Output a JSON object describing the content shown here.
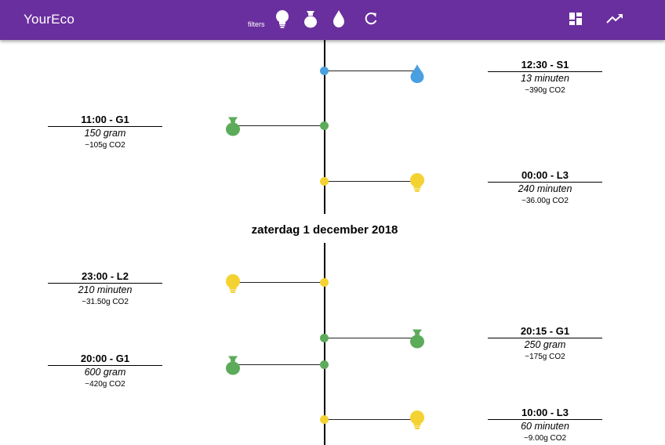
{
  "app": {
    "title": "YourEco"
  },
  "toolbar": {
    "filters_label": "filters",
    "filters": [
      {
        "icon": "lightbulb-icon",
        "category": "L"
      },
      {
        "icon": "sack-icon",
        "category": "G"
      },
      {
        "icon": "water-drop-icon",
        "category": "S"
      }
    ],
    "refresh_icon": "refresh-icon",
    "dashboard_icon": "dashboard-icon",
    "trend_icon": "trending-up-icon"
  },
  "colors": {
    "header": "#6a2f9e",
    "water": "#4a9fe0",
    "waste": "#5cab5a",
    "light": "#f4d232"
  },
  "timeline": {
    "date_header": "zaterdag 1 december 2018",
    "events": [
      {
        "title": "12:30 - S1",
        "amount": "13 minuten",
        "co2": "~390g CO2",
        "type": "water",
        "side": "right"
      },
      {
        "title": "11:00 - G1",
        "amount": "150 gram",
        "co2": "~105g CO2",
        "type": "waste",
        "side": "left"
      },
      {
        "title": "00:00 - L3",
        "amount": "240 minuten",
        "co2": "~36.00g CO2",
        "type": "light",
        "side": "right"
      },
      {
        "title": "23:00 - L2",
        "amount": "210 minuten",
        "co2": "~31.50g CO2",
        "type": "light",
        "side": "left"
      },
      {
        "title": "20:15 - G1",
        "amount": "250 gram",
        "co2": "~175g CO2",
        "type": "waste",
        "side": "right"
      },
      {
        "title": "20:00 - G1",
        "amount": "600 gram",
        "co2": "~420g CO2",
        "type": "waste",
        "side": "left"
      },
      {
        "title": "10:00 - L3",
        "amount": "60 minuten",
        "co2": "~9.00g CO2",
        "type": "light",
        "side": "right"
      }
    ]
  }
}
